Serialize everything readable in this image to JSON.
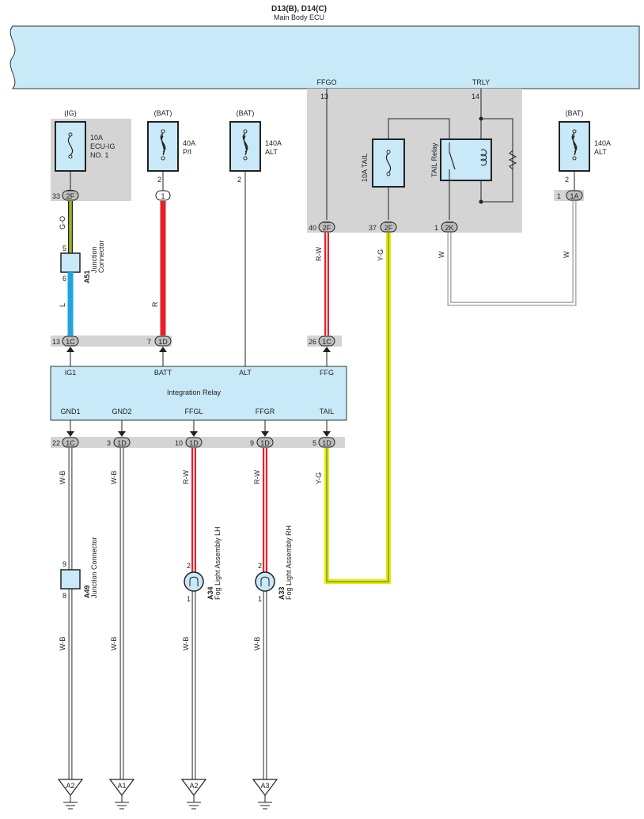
{
  "ecu": {
    "title": "D13(B), D14(C)",
    "subtitle": "Main Body ECU",
    "pin_ffgo": "FFGO",
    "pin_trly": "TRLY",
    "pin_ffgo_num": "13",
    "pin_trly_num": "14"
  },
  "fuses": {
    "ecu_ig": {
      "source": "(IG)",
      "rating": "10A",
      "name1": "ECU-IG",
      "name2": "NO. 1"
    },
    "pi": {
      "source": "(BAT)",
      "rating": "40A",
      "name": "P/I",
      "pin": "2"
    },
    "alt1": {
      "source": "(BAT)",
      "rating": "140A",
      "name": "ALT",
      "pin": "2"
    },
    "alt2": {
      "source": "(BAT)",
      "rating": "140A",
      "name": "ALT",
      "pin": "2"
    },
    "tail": {
      "label": "10A TAIL"
    }
  },
  "relay": {
    "label": "TAIL Relay"
  },
  "connectors_top": [
    {
      "pin": "33",
      "conn": "2F"
    },
    {
      "pin": "",
      "conn": "1"
    },
    {
      "pin": "40",
      "conn": "2F"
    },
    {
      "pin": "37",
      "conn": "2F"
    },
    {
      "pin": "1",
      "conn": "2K"
    },
    {
      "pin": "1",
      "conn": "1A"
    }
  ],
  "wires_top": {
    "go": "G-O",
    "l": "L",
    "r": "R",
    "rw": "R-W",
    "yg": "Y-G",
    "w1": "W",
    "w2": "W"
  },
  "a51": {
    "id": "A51",
    "name1": "Junction",
    "name2": "Connector",
    "pin_top": "5",
    "pin_bot": "6"
  },
  "connectors_mid": [
    {
      "pin": "13",
      "conn": "1C"
    },
    {
      "pin": "7",
      "conn": "1D"
    },
    {
      "pin": "26",
      "conn": "1C"
    }
  ],
  "relay_box": {
    "title": "Integration Relay",
    "ig1": "IG1",
    "batt": "BATT",
    "alt": "ALT",
    "ffg": "FFG",
    "gnd1": "GND1",
    "gnd2": "GND2",
    "ffgl": "FFGL",
    "ffgr": "FFGR",
    "tail": "TAIL"
  },
  "connectors_bot": [
    {
      "pin": "22",
      "conn": "1C"
    },
    {
      "pin": "3",
      "conn": "1D"
    },
    {
      "pin": "10",
      "conn": "1D"
    },
    {
      "pin": "9",
      "conn": "1D"
    },
    {
      "pin": "5",
      "conn": "1D"
    }
  ],
  "wires_bot": {
    "wb": "W-B",
    "rw": "R-W",
    "yg": "Y-G"
  },
  "a49": {
    "id": "A49",
    "name": "Junction Connector",
    "pin_top": "9",
    "pin_bot": "8"
  },
  "a34": {
    "id": "A34",
    "name": "Fog Light Assembly LH",
    "pin_top": "2",
    "pin_bot": "1"
  },
  "a33": {
    "id": "A33",
    "name": "Fog Light Assembly RH",
    "pin_top": "2",
    "pin_bot": "1"
  },
  "grounds": [
    "A2",
    "A1",
    "A2",
    "A3"
  ],
  "colors": {
    "box_fill": "#c8e9f7",
    "gray_area": "#d4d4d4",
    "red": "#e8202a",
    "blue": "#1ea5e0",
    "yellow": "#f2e600",
    "green": "#5aa832"
  }
}
